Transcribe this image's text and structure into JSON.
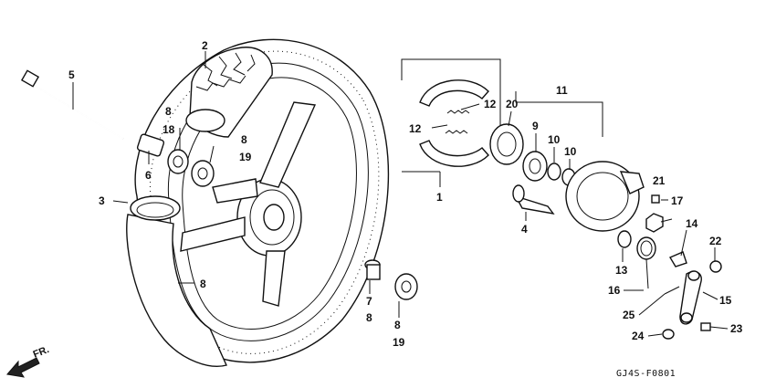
{
  "diagram_code": "GJ4S-F0801",
  "direction_label": "FR.",
  "callouts": {
    "c1": "1",
    "c2": "2",
    "c3": "3",
    "c4": "4",
    "c5": "5",
    "c6": "6",
    "c7": "7",
    "c7b": "8",
    "c8a": "8",
    "c18": "18",
    "c8b": "8",
    "c19a": "19",
    "c8c": "8",
    "c8d": "8",
    "c19b": "19",
    "c9": "9",
    "c10a": "10",
    "c10b": "10",
    "c11": "11",
    "c12a": "12",
    "c12b": "12",
    "c13": "13",
    "c14": "14",
    "c15": "15",
    "c16": "16",
    "c17": "17",
    "c20": "20",
    "c21": "21",
    "c22": "22",
    "c23": "23",
    "c24": "24",
    "c25": "25"
  }
}
